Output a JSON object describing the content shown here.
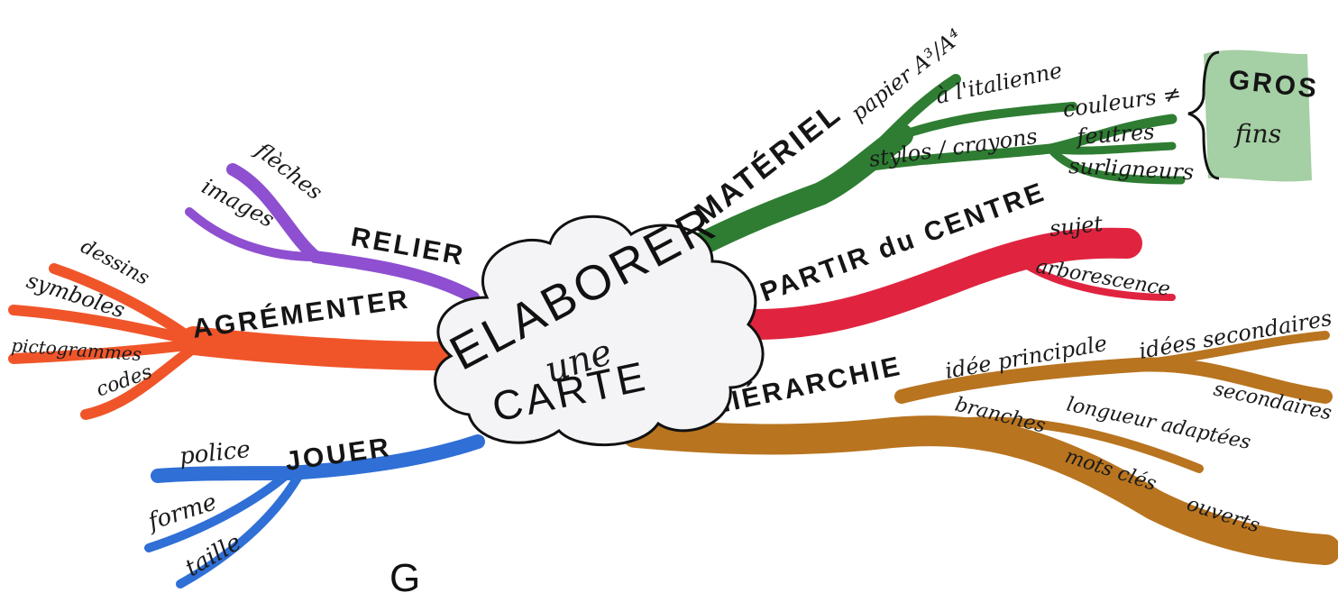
{
  "center": {
    "line1": "ELABORER",
    "line2": "une",
    "line3": "CARTE"
  },
  "branches": {
    "materiel": {
      "label": "MATÉRIEL",
      "color": "#2e7d32",
      "sub": {
        "papier": "papier A³/A⁴",
        "italienne": "à l'italienne",
        "stylos": "stylos / crayons",
        "couleurs": "couleurs ≠",
        "feutres": "feutres",
        "surligneurs": "surligneurs",
        "gros": "GROS",
        "fins": "fins"
      }
    },
    "partir": {
      "label": "PARTIR du CENTRE",
      "color": "#e0243f",
      "sub": {
        "sujet": "sujet",
        "arborescence": "arborescence"
      }
    },
    "hierarchie": {
      "label": "HIÉRARCHIE",
      "color": "#b8741f",
      "sub": {
        "idee_principale": "idée principale",
        "idees_secondaires": "idées secondaires",
        "secondaires": "secondaires",
        "branches": "branches",
        "longueur": "longueur adaptées",
        "mots_cles": "mots clés",
        "ouverts": "ouverts"
      }
    },
    "relier": {
      "label": "RELIER",
      "color": "#8e4fd0",
      "sub": {
        "fleches": "flèches",
        "images": "images"
      }
    },
    "agrementer": {
      "label": "AGRÉMENTER",
      "color": "#f0552a",
      "sub": {
        "dessins": "dessins",
        "symboles": "symboles",
        "pictogrammes": "pictogrammes",
        "codes": "codes"
      }
    },
    "jouer": {
      "label": "JOUER",
      "color": "#2f6fd6",
      "sub": {
        "police": "police",
        "forme": "forme",
        "taille": "taille"
      }
    }
  },
  "footer_mark": "G"
}
